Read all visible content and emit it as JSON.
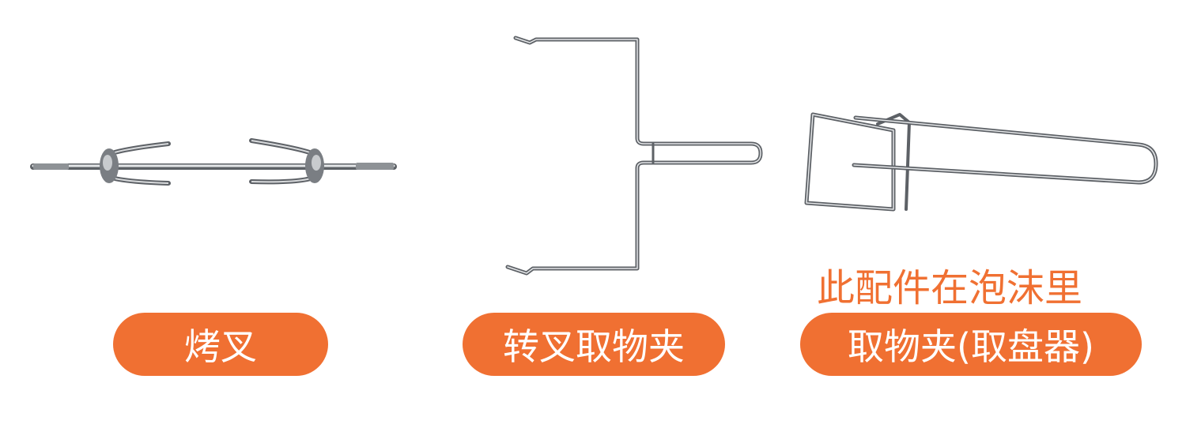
{
  "colors": {
    "accent": "#f07032",
    "metal": "#9a9ea3",
    "metal_dark": "#5d6166",
    "metal_light": "#e4e6e8"
  },
  "products": [
    {
      "label": "烤叉",
      "icon": "rotisserie-fork-icon"
    },
    {
      "label": "转叉取物夹",
      "icon": "rotisserie-fork-lifter-icon"
    },
    {
      "label": "取物夹(取盘器)",
      "icon": "tray-gripper-icon",
      "note": "此配件在泡沫里"
    }
  ]
}
